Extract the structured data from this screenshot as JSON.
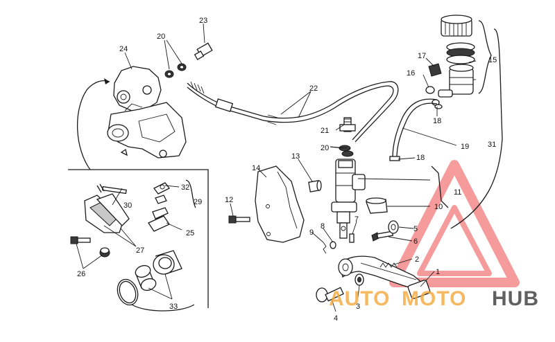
{
  "diagram": {
    "callouts": [
      "1",
      "2",
      "3",
      "4",
      "5",
      "6",
      "7",
      "8",
      "9",
      "10",
      "11",
      "12",
      "13",
      "14",
      "15",
      "16",
      "17",
      "18",
      "19",
      "20",
      "20",
      "21",
      "22",
      "23",
      "24",
      "25",
      "26",
      "27",
      "29",
      "30",
      "31",
      "32",
      "33"
    ]
  },
  "watermark": {
    "part_auto": "AUTO",
    "part_moto": "MOTO",
    "part_hub": "HUB",
    "color_accent": "#f4a73a",
    "color_dark": "#2b2b2b",
    "color_triangle": "#ef4b4b"
  }
}
